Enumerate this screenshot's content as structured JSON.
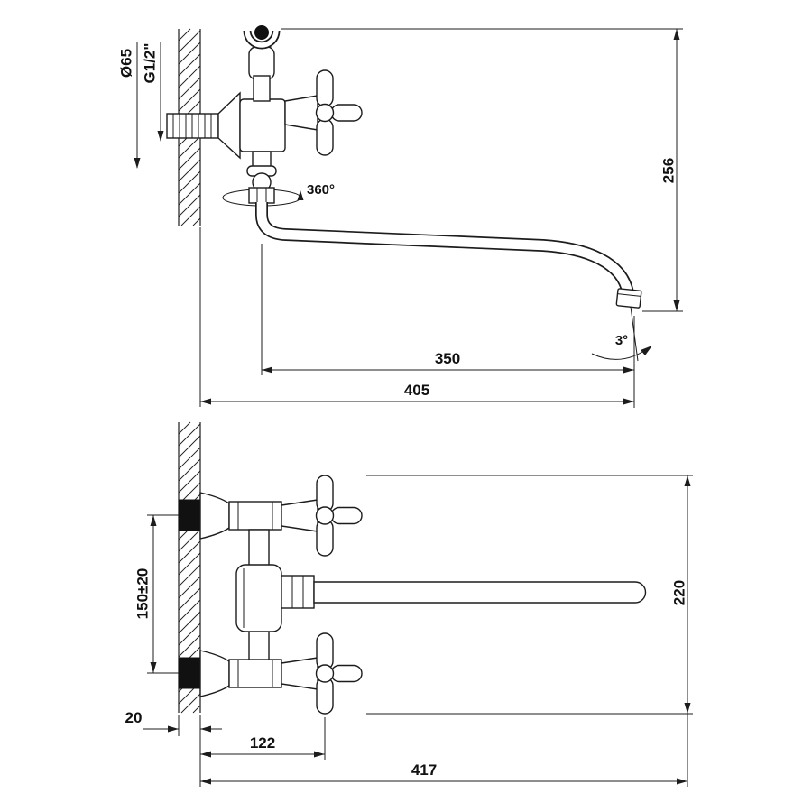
{
  "colors": {
    "line": "#1c1c1c",
    "background": "#ffffff",
    "solid_fill": "#111111"
  },
  "top_view": {
    "flange_diameter": "Ø65",
    "thread_size": "G1/2\"",
    "swivel_angle": "360°",
    "height": "256",
    "spout_tilt": "3°",
    "spout_reach": "350",
    "overall_reach": "405"
  },
  "bottom_view": {
    "mounting_centers": "150±20",
    "overall_width": "220",
    "wall_thickness": "20",
    "handle_offset": "122",
    "overall_length": "417"
  }
}
